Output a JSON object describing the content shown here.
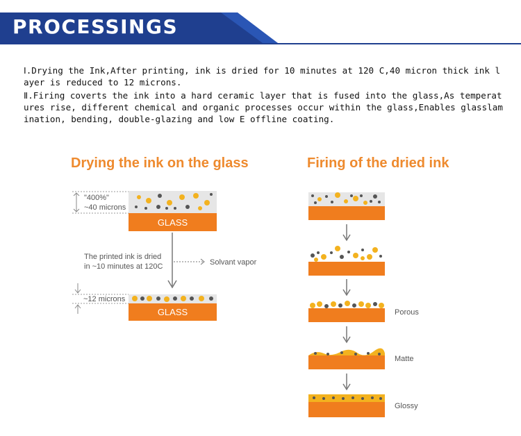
{
  "header": {
    "title": "PROCESSINGS",
    "bar_color": "#1f3f8f"
  },
  "paragraphs": [
    "Ⅰ.Drying the Ink,After printing, ink is dried for 10 minutes at 120 C,40 micron thick ink l\nayer is reduced to 12 microns.",
    "Ⅱ.Firing coverts the ink into a hard ceramic layer that is fused into the glass,As temperat\nures rise, different chemical and organic processes occur within the glass,Enables glasslam\nination, bending, double-glazing and low E offline coating."
  ],
  "left_diagram": {
    "title": "Drying the ink on the glass",
    "thickness_label": "\"400%\"\n~40 microns",
    "glass_label": "GLASS",
    "process_note": "The printed ink is dried\nin ~10 minutes at 120C",
    "vapor_label": "Solvant vapor",
    "reduced_label": "~12 microns",
    "glass_label_2": "GLASS"
  },
  "right_diagram": {
    "title": "Firing of the dried ink",
    "stages": [
      "",
      "",
      "Porous",
      "Matte",
      "Glossy"
    ]
  },
  "colors": {
    "orange": "#f07d1e",
    "gold": "#f3b21f",
    "ink_gray": "#555555",
    "grey_layer": "#e6e6e6"
  }
}
